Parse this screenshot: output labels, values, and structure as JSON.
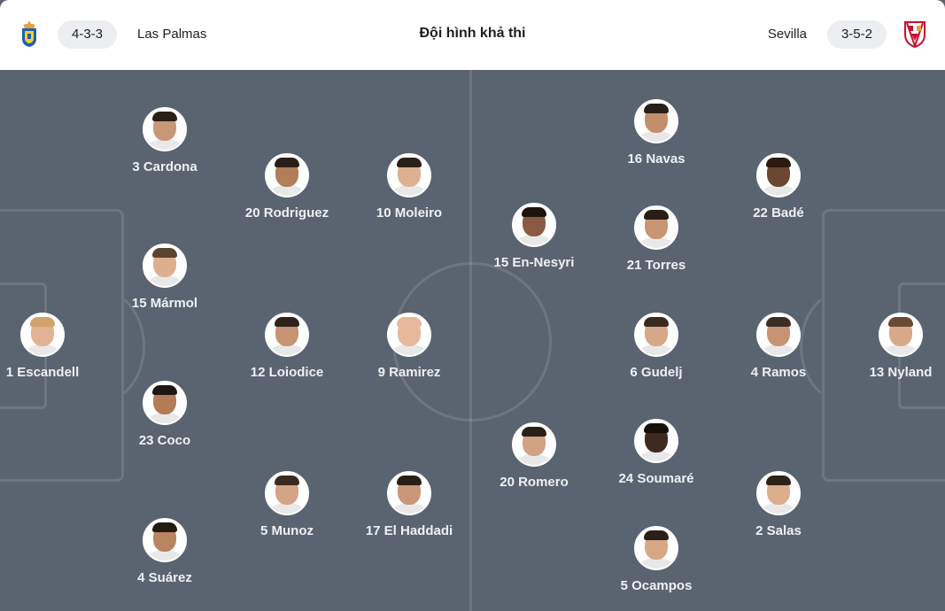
{
  "header": {
    "title": "Đội hình khả thi",
    "home": {
      "formation": "4-3-3",
      "name": "Las Palmas",
      "crest_icon": "las-palmas-crest-icon"
    },
    "away": {
      "formation": "3-5-2",
      "name": "Sevilla",
      "crest_icon": "sevilla-crest-icon"
    }
  },
  "colors": {
    "pitch": "#5a6470",
    "header_bg": "#ffffff",
    "pill_bg": "#eceef1",
    "player_text": "#eef0f3"
  },
  "home_players": [
    {
      "label": "1 Escandell",
      "skin": "#e0b394",
      "hair": "#d1a36a"
    },
    {
      "label": "3 Cardona",
      "skin": "#c99676",
      "hair": "#2b2018"
    },
    {
      "label": "15 Mármol",
      "skin": "#dcb08f",
      "hair": "#5a4330"
    },
    {
      "label": "23 Coco",
      "skin": "#b47c56",
      "hair": "#1f1712"
    },
    {
      "label": "4 Suárez",
      "skin": "#b98462",
      "hair": "#241a14"
    },
    {
      "label": "20 Rodriguez",
      "skin": "#b17d5a",
      "hair": "#2a1f17"
    },
    {
      "label": "12 Loiodice",
      "skin": "#c69473",
      "hair": "#2e2219"
    },
    {
      "label": "5 Munoz",
      "skin": "#d3a585",
      "hair": "#3a2b20"
    },
    {
      "label": "10 Moleiro",
      "skin": "#dcb091",
      "hair": "#2b2018"
    },
    {
      "label": "9 Ramirez",
      "skin": "#e6b99c",
      "hair": "#e6b99c"
    },
    {
      "label": "17 El Haddadi",
      "skin": "#c99778",
      "hair": "#2a1f17"
    }
  ],
  "away_players": [
    {
      "label": "16 Navas",
      "skin": "#c48e6a",
      "hair": "#2a1f17"
    },
    {
      "label": "22 Badé",
      "skin": "#6b4631",
      "hair": "#2a1a10"
    },
    {
      "label": "15 En-Nesyri",
      "skin": "#8a5b40",
      "hair": "#1d140e"
    },
    {
      "label": "21 Torres",
      "skin": "#c99573",
      "hair": "#2a1f17"
    },
    {
      "label": "6 Gudelj",
      "skin": "#d5a887",
      "hair": "#3a2b20"
    },
    {
      "label": "4 Ramos",
      "skin": "#c89574",
      "hair": "#3b2d22"
    },
    {
      "label": "13 Nyland",
      "skin": "#d9a889",
      "hair": "#6a4a30"
    },
    {
      "label": "20 Romero",
      "skin": "#d2a283",
      "hair": "#2a1f17"
    },
    {
      "label": "24 Soumaré",
      "skin": "#3e2a20",
      "hair": "#15100c"
    },
    {
      "label": "2 Salas",
      "skin": "#dcae8e",
      "hair": "#2e2219"
    },
    {
      "label": "5 Ocampos",
      "skin": "#d7a788",
      "hair": "#2a1f17"
    }
  ]
}
